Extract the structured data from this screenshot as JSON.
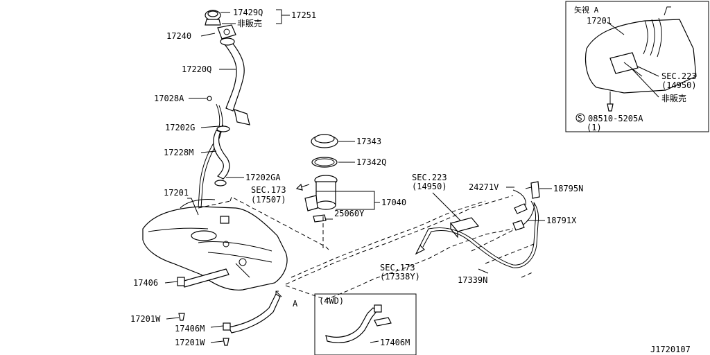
{
  "diagram_id": "J1720107",
  "labels": {
    "p17429q": "17429Q",
    "p17251": "17251",
    "not_for_sale_1": "非販売",
    "p17240": "17240",
    "p17220q": "17220Q",
    "p17028a": "17028A",
    "p17202g": "17202G",
    "p17228m": "17228M",
    "p17202ga": "17202GA",
    "p17201": "17201",
    "p17343": "17343",
    "p17342q": "17342Q",
    "sec173_a": "SEC.173",
    "sec173_a_ref": "(17507)",
    "p17040": "17040",
    "p25060y": "25060Y",
    "sec223": "SEC.223",
    "sec223_ref": "(14950)",
    "p24271v": "24271V",
    "p18795n": "18795N",
    "p18791x": "18791X",
    "sec173_b": "SEC.173",
    "sec173_b_ref": "(17338Y)",
    "p17339n": "17339N",
    "p17406": "17406",
    "p17201w_1": "17201W",
    "p17406m_1": "17406M",
    "p17201w_2": "17201W",
    "arrow_a": "A",
    "four_wd": "(4WD)",
    "p17406m_2": "17406M"
  },
  "inset": {
    "title": "矢視 A",
    "p17201": "17201",
    "sec223": "SEC.223",
    "sec223_ref": "(14950)",
    "not_for_sale": "非販売",
    "screw_symbol": "S",
    "screw": "08510-5205A",
    "screw_qty": "(1)"
  }
}
